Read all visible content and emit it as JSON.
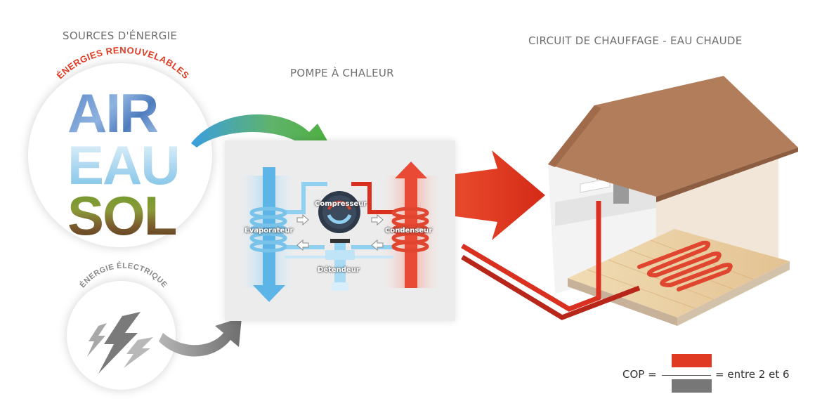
{
  "headings": {
    "sources": "SOURCES D'ÉNERGIE",
    "pompe": "POMPE À CHALEUR",
    "circuit": "CIRCUIT DE CHAUFFAGE - EAU CHAUDE"
  },
  "renewables": {
    "arc_label": "ÉNERGIES RENOUVELABLES",
    "words": [
      "AIR",
      "EAU",
      "SOL"
    ]
  },
  "electric": {
    "arc_label": "ÉNERGIE ÉLECTRIQUE"
  },
  "pump": {
    "evaporator": "Evaporateur",
    "compressor": "Compresseur",
    "condenser": "Condenseur",
    "expander": "Détendeur"
  },
  "cop": {
    "label": "COP =",
    "result": "= entre 2 et 6"
  },
  "colors": {
    "red": "#e03a23",
    "blue": "#4aa6dc",
    "green": "#4caf3a",
    "grey": "#7a7a7a",
    "roof": "#b27d5a"
  }
}
